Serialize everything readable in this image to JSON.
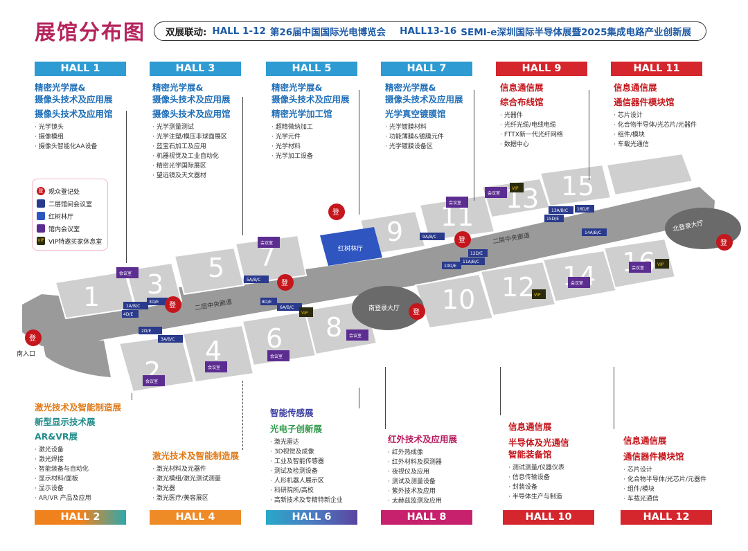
{
  "header": {
    "title": "展馆分布图",
    "label": "双展联动:",
    "hall_a": "HALL 1-12",
    "event_a": "第26届中国国际光电博览会",
    "hall_b": "HALL13-16",
    "event_b": "SEMI-e深圳国际半导体展暨2025集成电路产业创新展"
  },
  "top_halls": [
    {
      "bar": "HALL 1",
      "titles": [
        "精密光学展&",
        "摄像头技术及应用展"
      ],
      "sub": "摄像头技术及应用馆",
      "items": [
        "光学镜头",
        "摄像模组",
        "摄像头智能化AA设备"
      ]
    },
    {
      "bar": "HALL 3",
      "titles": [
        "精密光学展&",
        "摄像头技术及应用展"
      ],
      "sub": "摄像头技术及应用馆",
      "items": [
        "光学测量测试",
        "光学注塑/模压非球面展区",
        "蓝宝石加工及应用",
        "机器视觉及工业自动化",
        "精密光学国际展区",
        "望远镜及天文器材"
      ]
    },
    {
      "bar": "HALL 5",
      "titles": [
        "精密光学展&",
        "摄像头技术及应用展"
      ],
      "sub": "精密光学加工馆",
      "items": [
        "超精微纳加工",
        "光学元件",
        "光学材料",
        "光学加工设备"
      ]
    },
    {
      "bar": "HALL 7",
      "titles": [
        "精密光学展&",
        "摄像头技术及应用展"
      ],
      "sub": "光学真空镀膜馆",
      "items": [
        "光学镀膜材料",
        "功能薄膜&镀膜元件",
        "光学镀膜设备区"
      ]
    },
    {
      "bar": "HALL 9",
      "titles": [
        "信息通信展"
      ],
      "sub": "综合布线馆",
      "items": [
        "光器件",
        "光纤光缆/电线电缆",
        "FTTX新一代光纤网络",
        "数据中心"
      ]
    },
    {
      "bar": "HALL 11",
      "titles": [
        "信息通信展"
      ],
      "sub": "通信器件模块馆",
      "items": [
        "芯片设计",
        "化合物半导体/光芯片/元器件",
        "组件/模块",
        "车载光通信"
      ]
    }
  ],
  "bottom_halls": [
    {
      "bar": "HALL 2",
      "titles": [
        "激光技术及智能制造展",
        "新型显示技术展",
        "AR&VR展"
      ],
      "items": [
        "激光设备",
        "激光焊接",
        "智能装备与自动化",
        "显示材料/面板",
        "显示设备",
        "AR/VR 产品及应用"
      ]
    },
    {
      "bar": "HALL 4",
      "titles": [
        "激光技术及智能制造展"
      ],
      "items": [
        "激光材料及元器件",
        "激光模组/激光测试测量",
        "激光器",
        "激光医疗/美容展区"
      ]
    },
    {
      "bar": "HALL 6",
      "titles": [
        "智能传感展",
        "光电子创新展"
      ],
      "items": [
        "激光雷达",
        "3D视觉及成像",
        "工业及智能传感器",
        "测试及检测设备",
        "人形机器人展示区",
        "科研院所/高校",
        "高新技术及专精特新企业"
      ]
    },
    {
      "bar": "HALL 8",
      "titles": [
        "红外技术及应用展"
      ],
      "items": [
        "红外热成像",
        "红外材料及探测器",
        "夜视仪及应用",
        "测试及测量设备",
        "紫外技术及应用",
        "太赫兹监测及应用"
      ]
    },
    {
      "bar": "HALL 10",
      "titles": [
        "信息通信展",
        "半导体及光通信",
        "智能装备馆"
      ],
      "items": [
        "测试测量/仪器仪表",
        "信息传输设备",
        "封装设备",
        "半导体生产与制造"
      ]
    },
    {
      "bar": "HALL 12",
      "titles": [
        "信息通信展",
        "通信器件模块馆"
      ],
      "items": [
        "芯片设计",
        "化合物半导体/光芯片/元器件",
        "组件/模块",
        "车载光通信"
      ]
    }
  ],
  "legend": {
    "items": [
      {
        "icon": "登",
        "label": "观众登记处"
      },
      {
        "label": "二层馆间会议室"
      },
      {
        "label": "红树林厅"
      },
      {
        "label": "馆内会议室"
      },
      {
        "icon": "VIP",
        "label": "VIP特邀买家休息室"
      }
    ]
  },
  "map": {
    "hall_numbers": [
      "1",
      "2",
      "3",
      "4",
      "5",
      "6",
      "7",
      "8",
      "9",
      "10",
      "11",
      "12",
      "13",
      "14",
      "15",
      "16"
    ],
    "corridor_labels": [
      "二层中央廊道",
      "二层中央廊道"
    ],
    "south_lobby": "南登录大厅",
    "north_lobby": "北登录大厅",
    "mangrove_hall": "红树林厅",
    "entrance": "南入口",
    "meeting_room": "会议室",
    "vip": "VIP",
    "register": "登",
    "room_codes": [
      "1A/B/C",
      "2D/E",
      "3A/B/C",
      "4D/E",
      "5A/B/C",
      "6A/B/C",
      "8D/E",
      "9A/B/C",
      "10D/E",
      "11A/B/C",
      "12D/E",
      "13A/B/C",
      "14A/B/C",
      "15D/E",
      "16D/E",
      "3D/E"
    ]
  },
  "colors": {
    "title": "#b5245c",
    "hall_blue": "#2e9bd3",
    "hall_red": "#d4262c",
    "map_gray": "#c9c9c9",
    "corridor": "#9a9a9a",
    "register_red": "#c4161c"
  }
}
